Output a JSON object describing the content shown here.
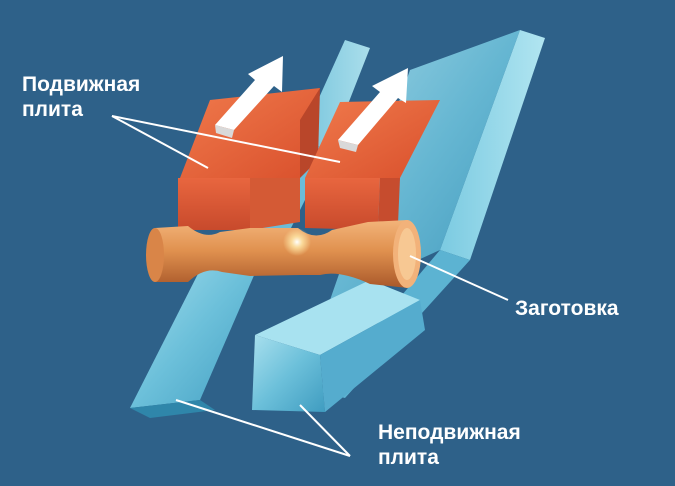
{
  "labels": {
    "moving_plate": {
      "line1": "Подвижная",
      "line2": "плита"
    },
    "fixed_plate": {
      "line1": "Неподвижная",
      "line2": "плита"
    },
    "workpiece": "Заготовка"
  },
  "colors": {
    "background": "#2e6189",
    "fixed_plate": "#7cc6dc",
    "moving_plate": "#e8663f",
    "workpiece": "#e09a5e",
    "arrow": "#ffffff"
  }
}
